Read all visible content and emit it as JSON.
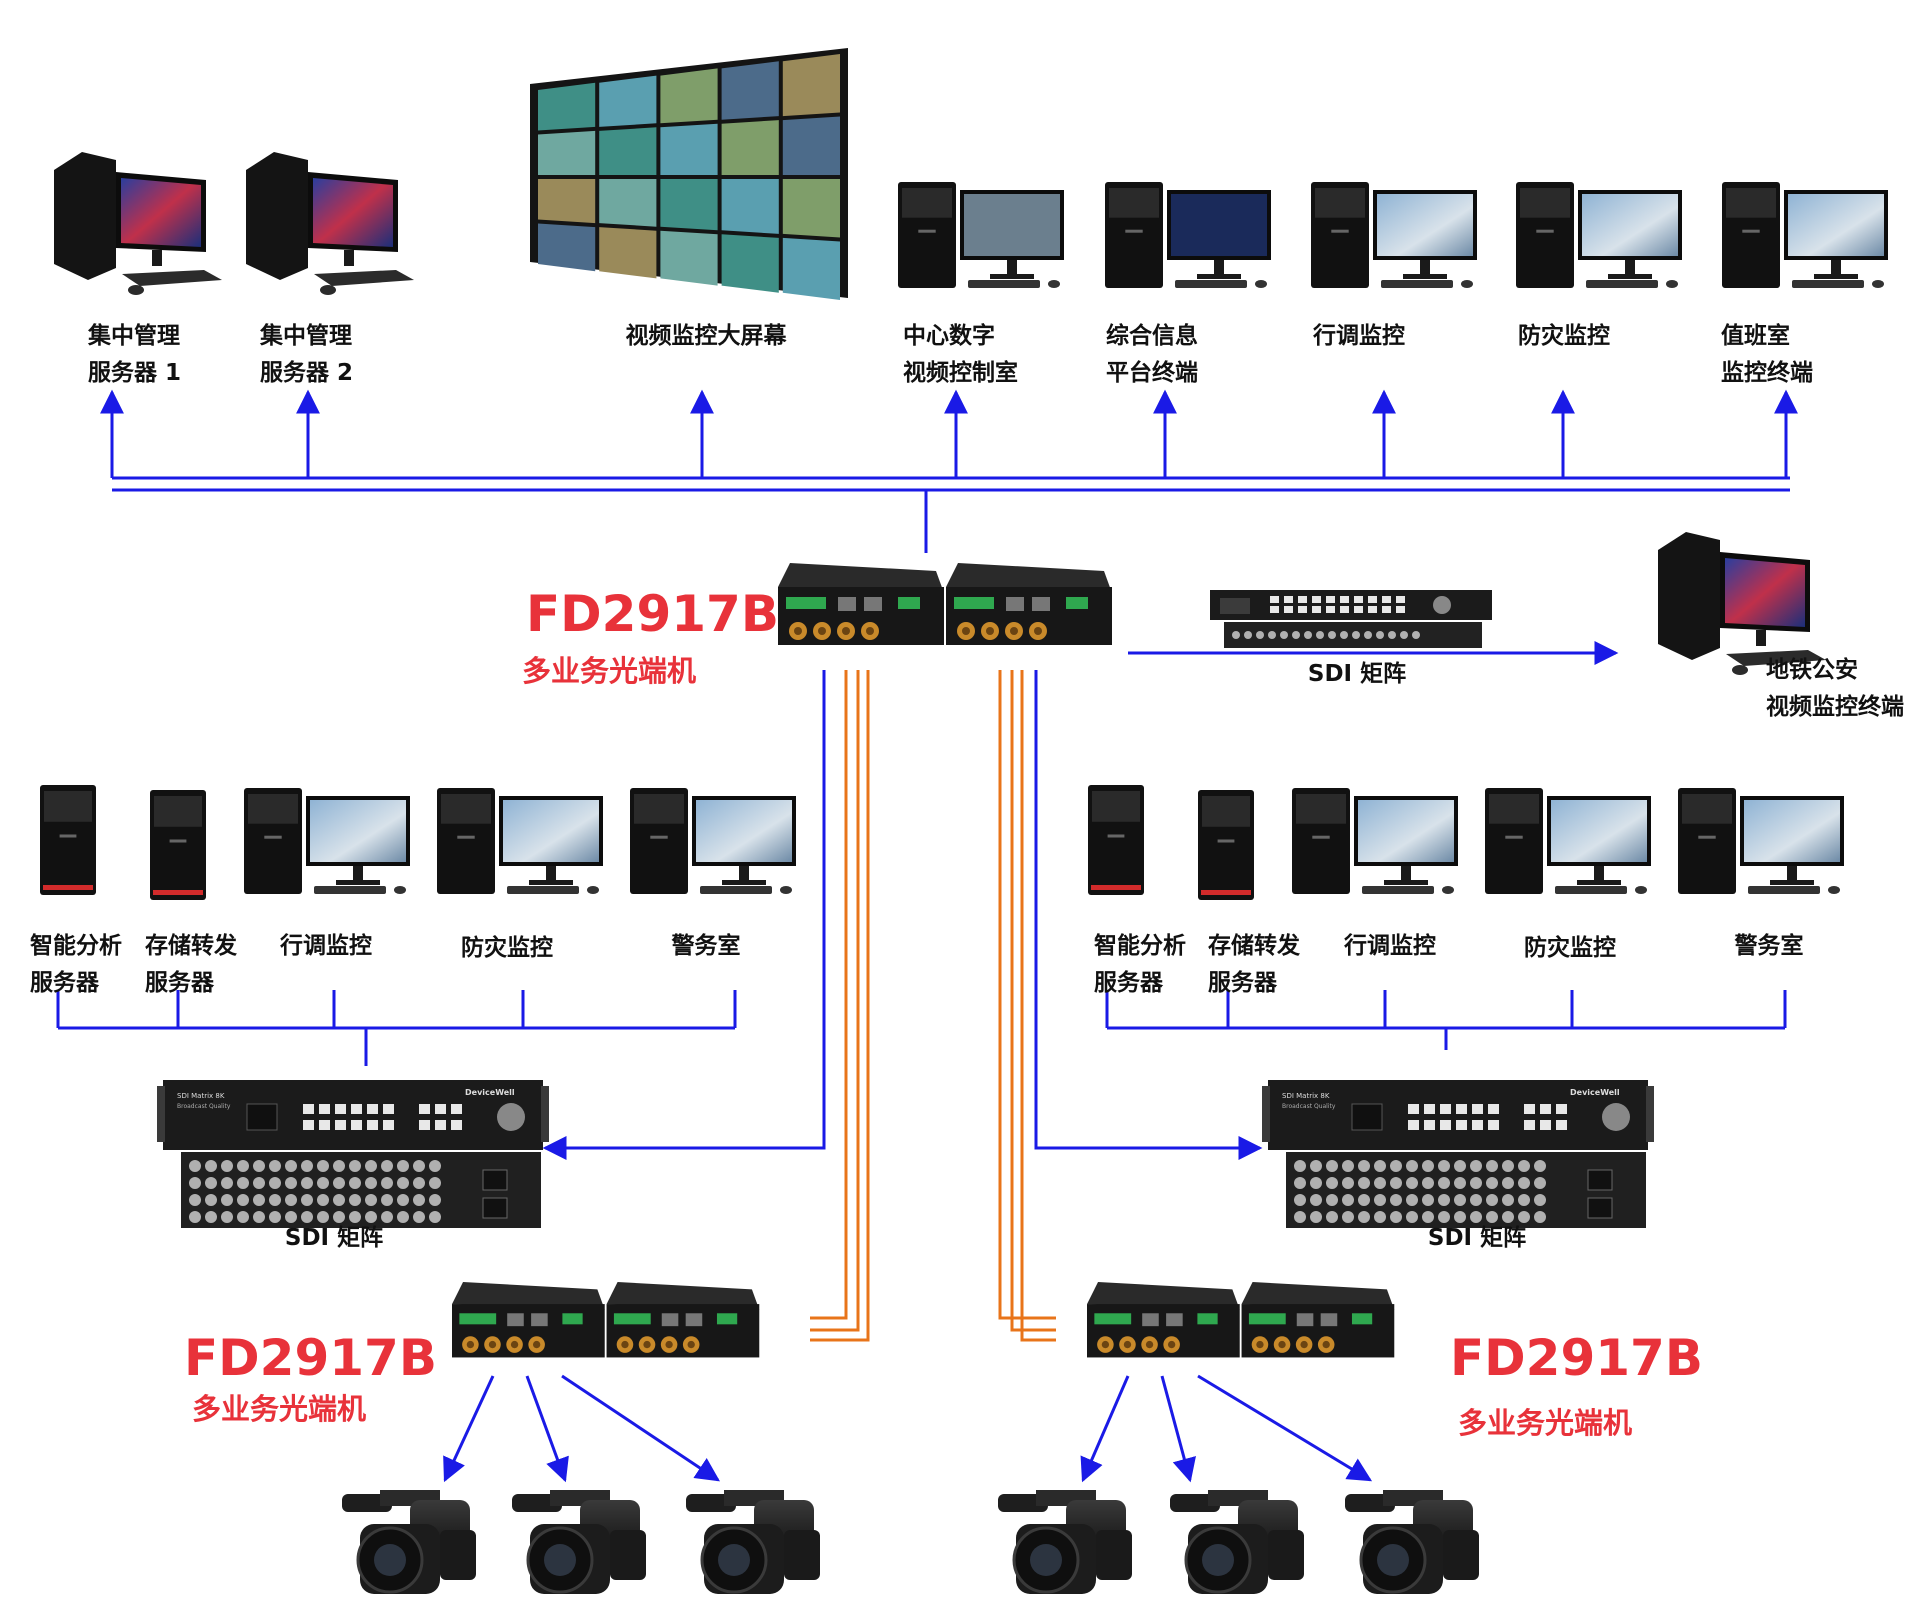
{
  "top_labels": [
    [
      "集中管理",
      "服务器 1"
    ],
    [
      "集中管理",
      "服务器 2"
    ],
    [
      "视频监控大屏幕"
    ],
    [
      "中心数字",
      "视频控制室"
    ],
    [
      "综合信息",
      "平台终端"
    ],
    [
      "行调监控"
    ],
    [
      "防灾监控"
    ],
    [
      "值班室",
      "监控终端"
    ]
  ],
  "right_terminal_label": [
    "地铁公安",
    "视频监控终端"
  ],
  "left_row_labels": [
    [
      "智能分析",
      "服务器"
    ],
    [
      "存储转发",
      "服务器"
    ],
    [
      "行调监控"
    ],
    [
      "防灾监控"
    ],
    [
      "警务室"
    ]
  ],
  "right_row_labels": [
    [
      "智能分析",
      "服务器"
    ],
    [
      "存储转发",
      "服务器"
    ],
    [
      "行调监控"
    ],
    [
      "防灾监控"
    ],
    [
      "警务室"
    ]
  ],
  "sdi_matrix_label": "SDI 矩阵",
  "device_model": "FD2917B",
  "device_subtitle": "多业务光端机",
  "matrix_panel_text": "SDI Matrix 8K",
  "matrix_panel_subtext": "Broadcast Quality",
  "matrix_brand": "DeviceWell",
  "colors": {
    "link_blue": "#1a1ae6",
    "fiber_orange": "#e8741a",
    "title_red": "#e8323a",
    "device_dark": "#1c1c1c"
  }
}
